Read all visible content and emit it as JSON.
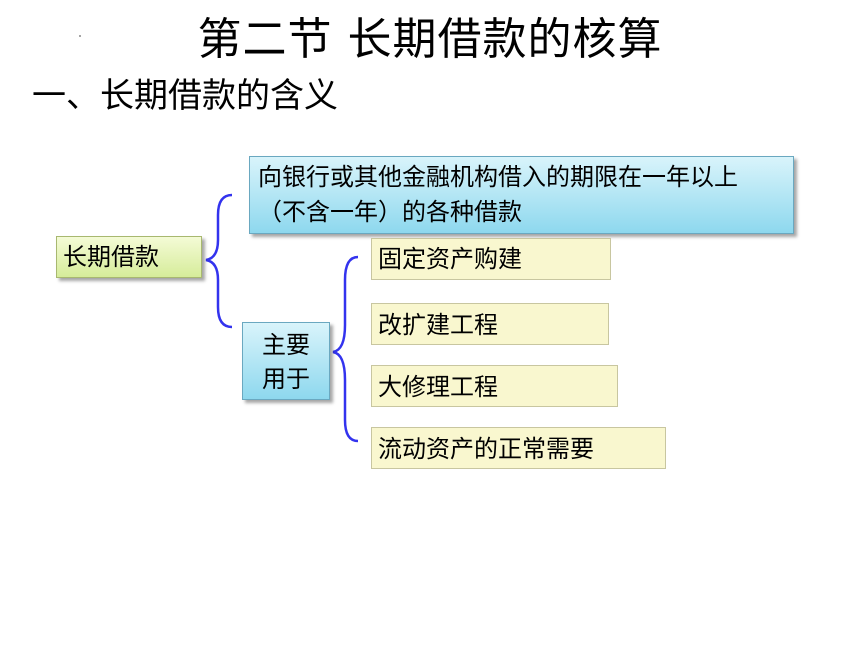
{
  "title": "第二节  长期借款的核算",
  "subtitle": "一、长期借款的含义",
  "diagram": {
    "root": "长期借款",
    "definition": "向银行或其他金融机构借入的期限在一年以上（不含一年）的各种借款",
    "uses_label": "主要用于",
    "uses": [
      "固定资产购建",
      "改扩建工程",
      "大修理工程",
      "流动资产的正常需要"
    ],
    "colors": {
      "brace": "#3333ee",
      "root_fill": "#e4f3b8",
      "blue_fill": "#a7e3f2",
      "item_fill": "#f9f7cf"
    }
  }
}
